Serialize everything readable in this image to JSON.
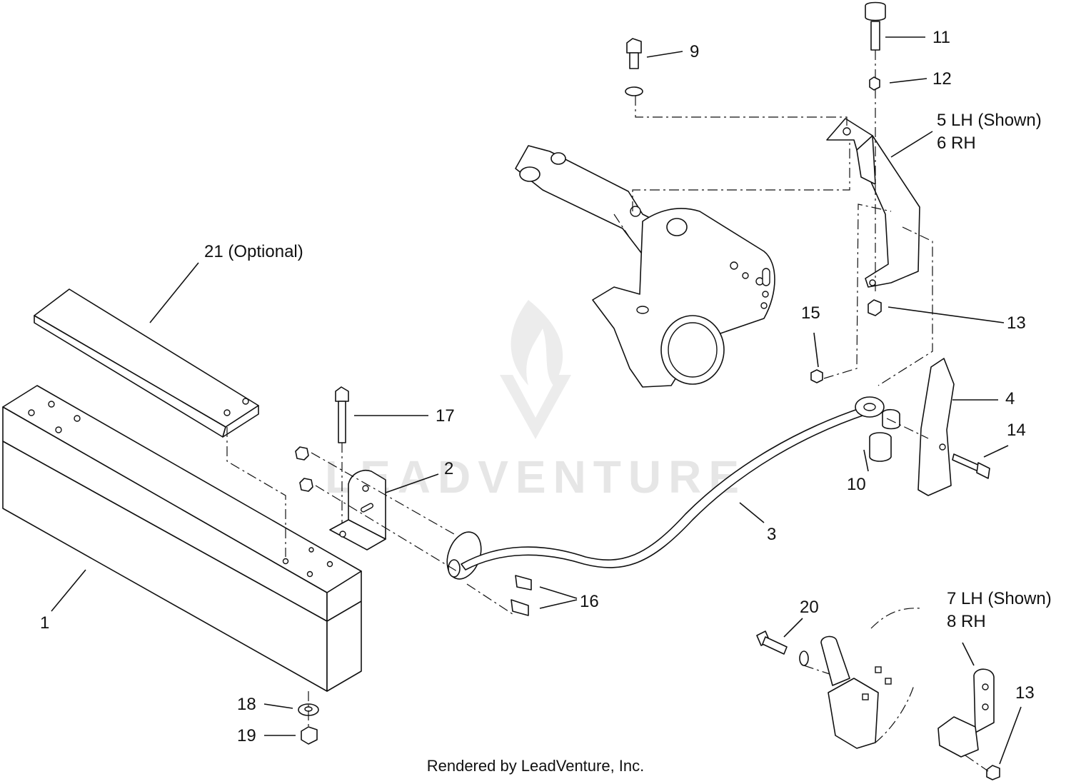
{
  "diagram": {
    "callouts": {
      "c1": "1",
      "c2": "2",
      "c3": "3",
      "c4": "4",
      "c5": "5 LH (Shown)",
      "c6": "6 RH",
      "c7": "7 LH (Shown)",
      "c8": "8 RH",
      "c9": "9",
      "c10": "10",
      "c11": "11",
      "c12": "12",
      "c13a": "13",
      "c13b": "13",
      "c14": "14",
      "c15": "15",
      "c16": "16",
      "c17": "17",
      "c18": "18",
      "c19": "19",
      "c20": "20",
      "c21": "21 (Optional)"
    },
    "watermark": "LEADVENTURE",
    "footer": "Rendered by LeadVenture, Inc."
  }
}
